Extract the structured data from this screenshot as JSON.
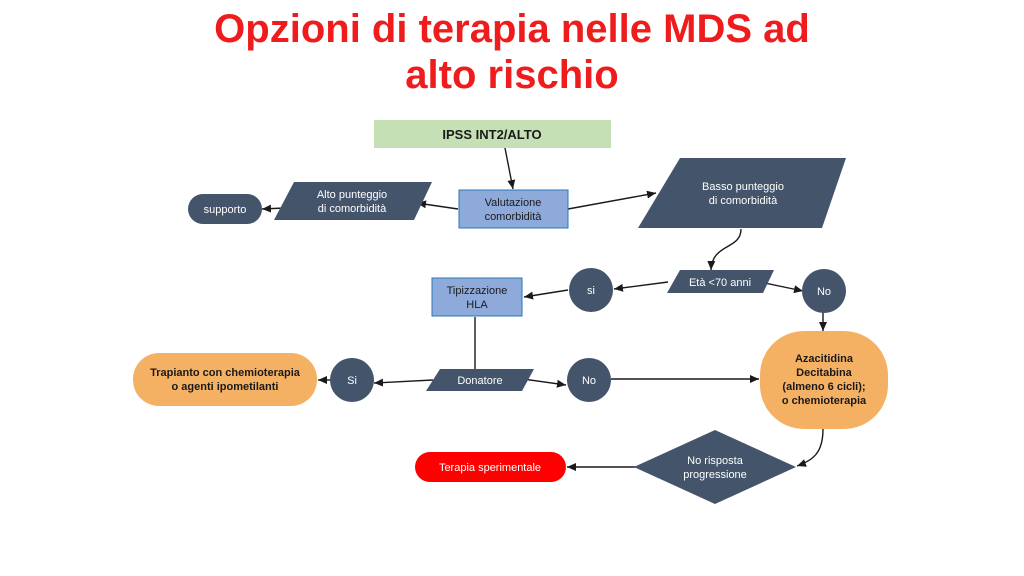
{
  "title": {
    "line1": "Opzioni di terapia nelle MDS ad",
    "line2": "alto rischio"
  },
  "nodes": {
    "ipss": "IPSS INT2/ALTO",
    "valutazione": [
      "Valutazione",
      "comorbidità"
    ],
    "alto": [
      "Alto punteggio",
      "di comorbidità"
    ],
    "supporto": "supporto",
    "basso": [
      "Basso punteggio",
      "di comorbidità"
    ],
    "eta": "Età <70 anni",
    "si_eta": "si",
    "no_eta": "No",
    "hla": [
      "Tipizzazione",
      "HLA"
    ],
    "donatore": "Donatore",
    "si_donatore": "Si",
    "no_donatore": "No",
    "trapianto": [
      "Trapianto con chemioterapia",
      "o agenti ipometilanti"
    ],
    "azacitidina": [
      "Azacitidina",
      "Decitabina",
      "(almeno 6 cicli);",
      "o chemioterapia"
    ],
    "no_risposta": [
      "No risposta",
      "progressione"
    ],
    "sperimentale": "Terapia sperimentale"
  },
  "colors": {
    "title": "#ee1c1c",
    "slate": "#44546a",
    "green": "#c5e0b4",
    "blue": "#8eaadb",
    "orange": "#f4b163",
    "red": "#ff0000"
  }
}
